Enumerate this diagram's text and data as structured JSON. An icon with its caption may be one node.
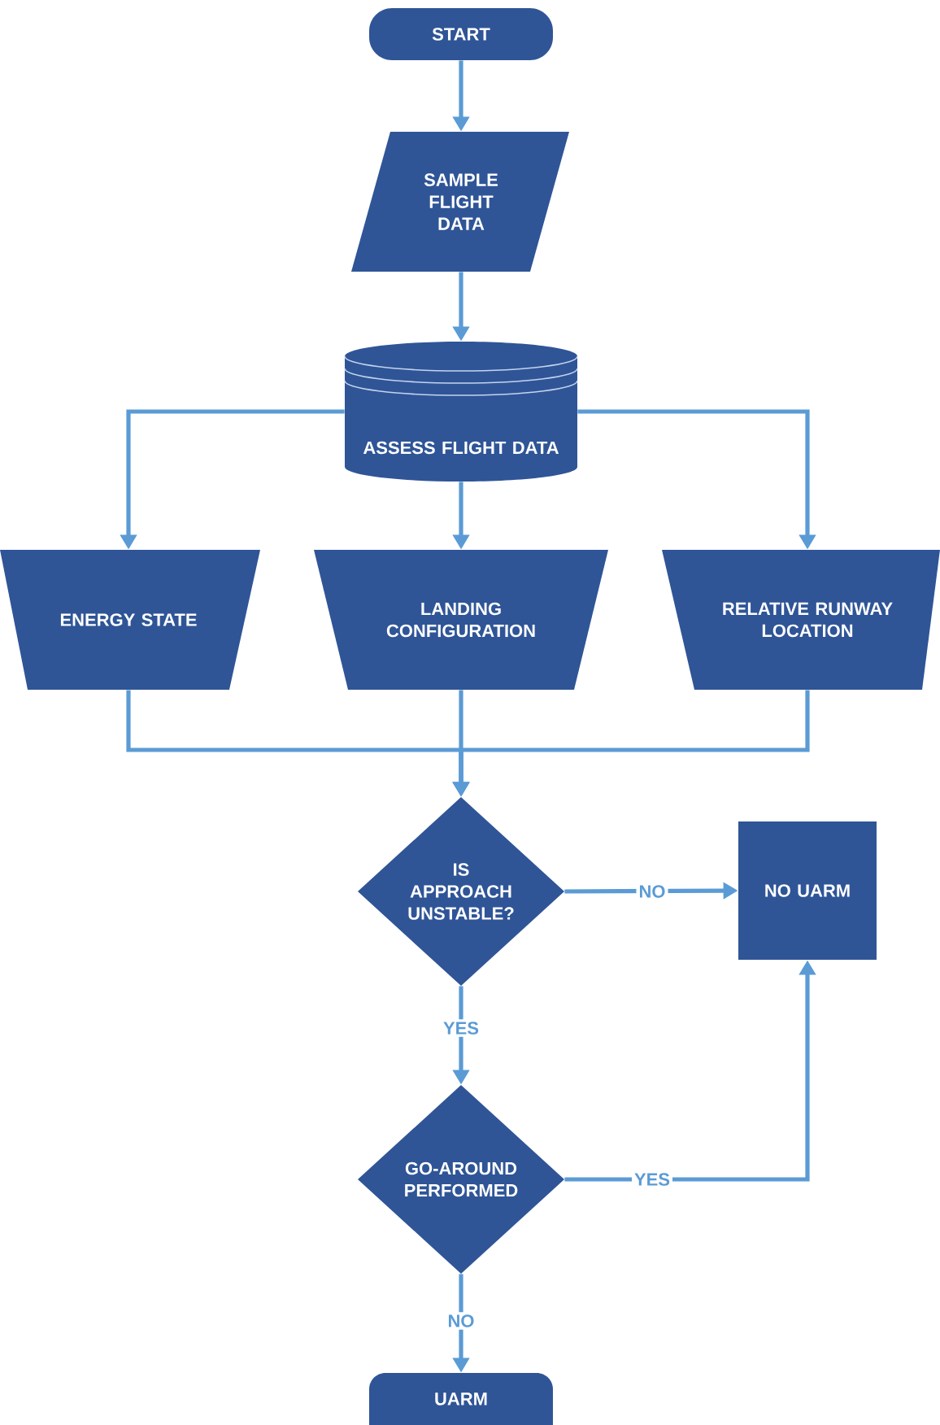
{
  "diagram": {
    "nodes": [
      {
        "text": [
          "START"
        ]
      },
      {
        "text": [
          "SAMPLE FLIGHT DATA"
        ]
      },
      {
        "text": [
          "ASSESS FLIGHT DATA"
        ]
      },
      {
        "text": [
          "ENERGY STATE"
        ]
      },
      {
        "text": [
          "LANDING CONFIGURATION"
        ]
      },
      {
        "text": [
          "RELATIVE RUNWAY LOCATION"
        ]
      },
      {
        "text": [
          "IS APPROACH UNSTABLE?"
        ]
      },
      {
        "text": [
          "NO UARM"
        ]
      },
      {
        "text": [
          "GO-AROUND PERFORMED"
        ]
      },
      {
        "text": [
          "UARM"
        ]
      }
    ],
    "edges": [
      {
        "from": 0,
        "to": 1,
        "arrow": "to"
      },
      {
        "from": 1,
        "to": 2,
        "arrow": "to"
      },
      {
        "from": 2,
        "to": 3,
        "arrow": "to"
      },
      {
        "from": 2,
        "to": 4,
        "arrow": "to"
      },
      {
        "from": 2,
        "to": 5,
        "arrow": "to"
      },
      {
        "from": 3,
        "to": 6,
        "arrow": "to"
      },
      {
        "from": 4,
        "to": 6,
        "arrow": "to"
      },
      {
        "from": 5,
        "to": 6,
        "arrow": "to"
      },
      {
        "from": 6,
        "to": 7,
        "arrow": "to",
        "label": "NO"
      },
      {
        "from": 6,
        "to": 8,
        "arrow": "to",
        "label": "YES"
      },
      {
        "from": 8,
        "to": 7,
        "arrow": "to",
        "label": "YES"
      },
      {
        "from": 8,
        "to": 9,
        "arrow": "to",
        "label": "NO"
      }
    ]
  }
}
